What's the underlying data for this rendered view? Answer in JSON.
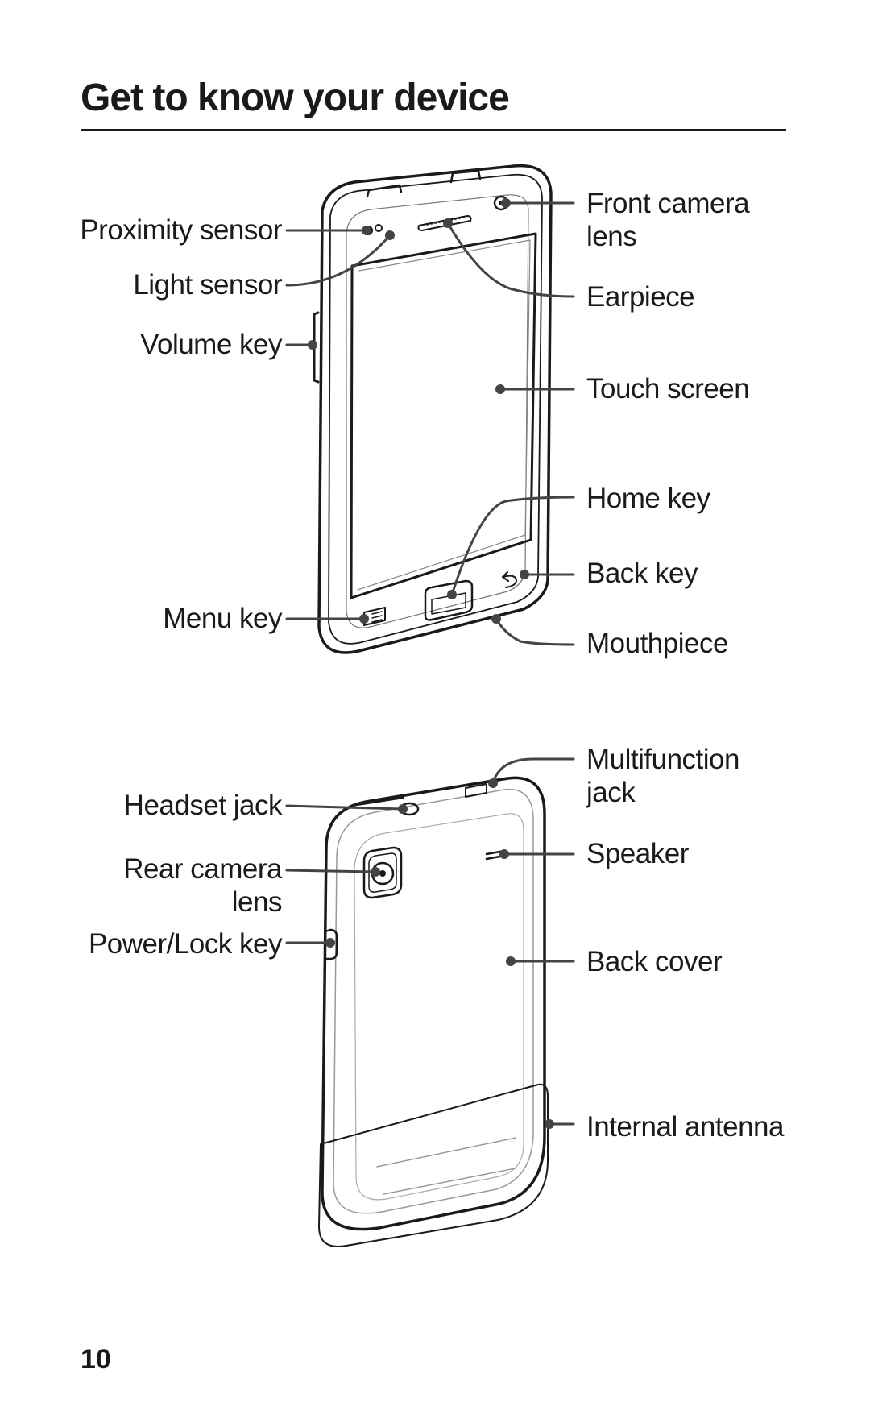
{
  "heading": "Get to know your device",
  "page_number": "10",
  "front_labels": {
    "proximity_sensor": "Proximity sensor",
    "light_sensor": "Light sensor",
    "volume_key": "Volume key",
    "menu_key": "Menu key",
    "front_camera_lens_1": "Front camera",
    "front_camera_lens_2": "lens",
    "earpiece": "Earpiece",
    "touch_screen": "Touch screen",
    "home_key": "Home key",
    "back_key": "Back key",
    "mouthpiece": "Mouthpiece"
  },
  "rear_labels": {
    "headset_jack": "Headset jack",
    "rear_camera_lens_1": "Rear camera",
    "rear_camera_lens_2": "lens",
    "power_lock_key": "Power/Lock key",
    "multifunction_jack_1": "Multifunction",
    "multifunction_jack_2": "jack",
    "speaker": "Speaker",
    "back_cover": "Back cover",
    "internal_antenna": "Internal antenna"
  }
}
